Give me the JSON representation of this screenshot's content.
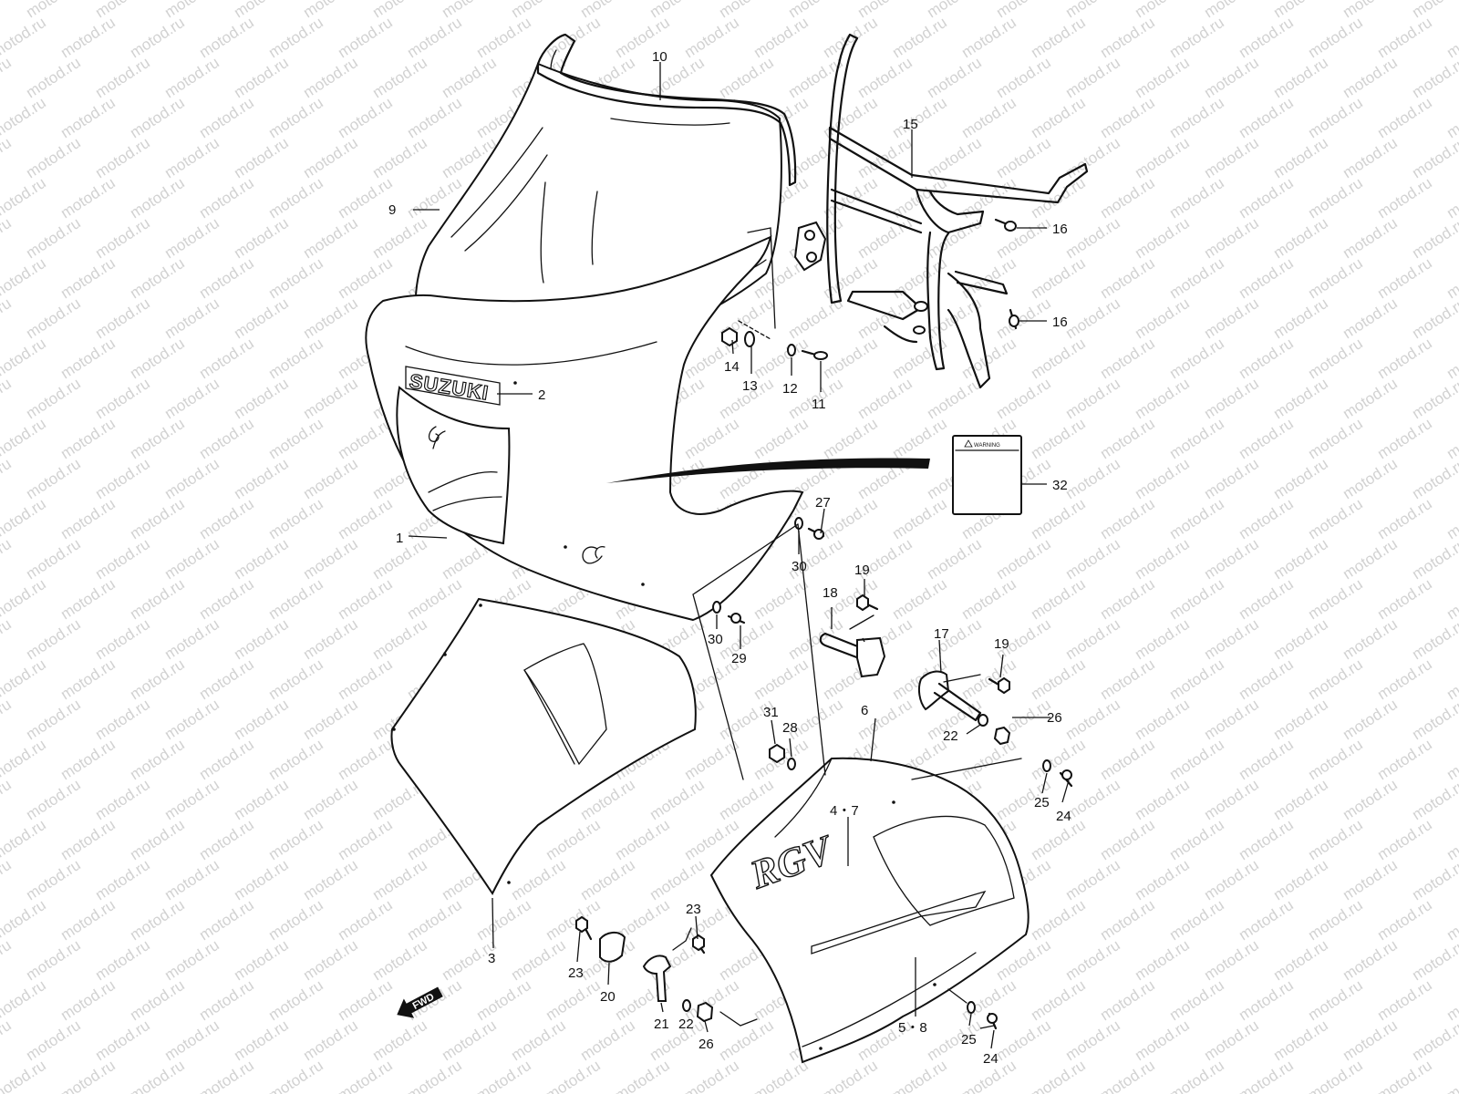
{
  "watermark": {
    "text": "motod.ru"
  },
  "callouts": {
    "c1": "1",
    "c2": "2",
    "c3": "3",
    "c4_7": "4・7",
    "c5_8": "5・8",
    "c6": "6",
    "c9": "9",
    "c10": "10",
    "c11": "11",
    "c12": "12",
    "c13": "13",
    "c14": "14",
    "c15": "15",
    "c16a": "16",
    "c16b": "16",
    "c17": "17",
    "c18": "18",
    "c19a": "19",
    "c19b": "19",
    "c20": "20",
    "c21": "21",
    "c22a": "22",
    "c22b": "22",
    "c23a": "23",
    "c23b": "23",
    "c24a": "24",
    "c24b": "24",
    "c25a": "25",
    "c25b": "25",
    "c26a": "26",
    "c26b": "26",
    "c27": "27",
    "c28": "28",
    "c29": "29",
    "c30a": "30",
    "c30b": "30",
    "c31": "31",
    "c32": "32"
  },
  "decals": {
    "brand_logo": "SUZUKI",
    "model_logo": "RGV",
    "warning_label": "WARNING",
    "direction_marker": "FWD"
  }
}
